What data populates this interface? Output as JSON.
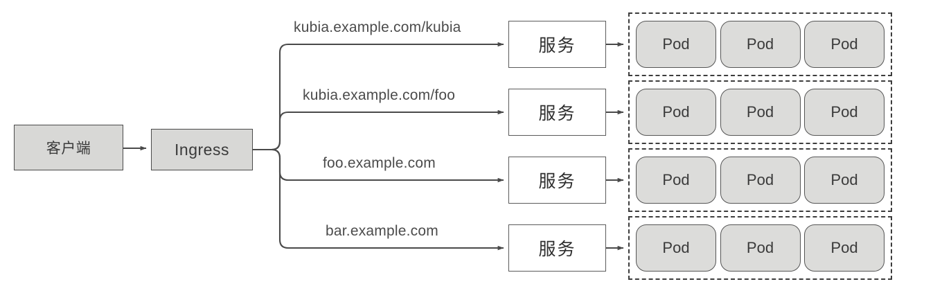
{
  "diagram": {
    "title": "Ingress routing to services and pods",
    "background": "#ffffff",
    "line_color": "#4a4a4a",
    "node_fill": "#d8d8d6",
    "pod_fill": "#dcdcda",
    "service_fill": "#ffffff"
  },
  "client": {
    "label": "客户端"
  },
  "ingress": {
    "label": "Ingress"
  },
  "routes": [
    {
      "label": "kubia.example.com/kubia"
    },
    {
      "label": "kubia.example.com/foo"
    },
    {
      "label": "foo.example.com"
    },
    {
      "label": "bar.example.com"
    }
  ],
  "services": [
    {
      "label": "服务"
    },
    {
      "label": "服务"
    },
    {
      "label": "服务"
    },
    {
      "label": "服务"
    }
  ],
  "pod_groups": [
    {
      "pods": [
        {
          "label": "Pod"
        },
        {
          "label": "Pod"
        },
        {
          "label": "Pod"
        }
      ]
    },
    {
      "pods": [
        {
          "label": "Pod"
        },
        {
          "label": "Pod"
        },
        {
          "label": "Pod"
        }
      ]
    },
    {
      "pods": [
        {
          "label": "Pod"
        },
        {
          "label": "Pod"
        },
        {
          "label": "Pod"
        }
      ]
    },
    {
      "pods": [
        {
          "label": "Pod"
        },
        {
          "label": "Pod"
        },
        {
          "label": "Pod"
        }
      ]
    }
  ]
}
